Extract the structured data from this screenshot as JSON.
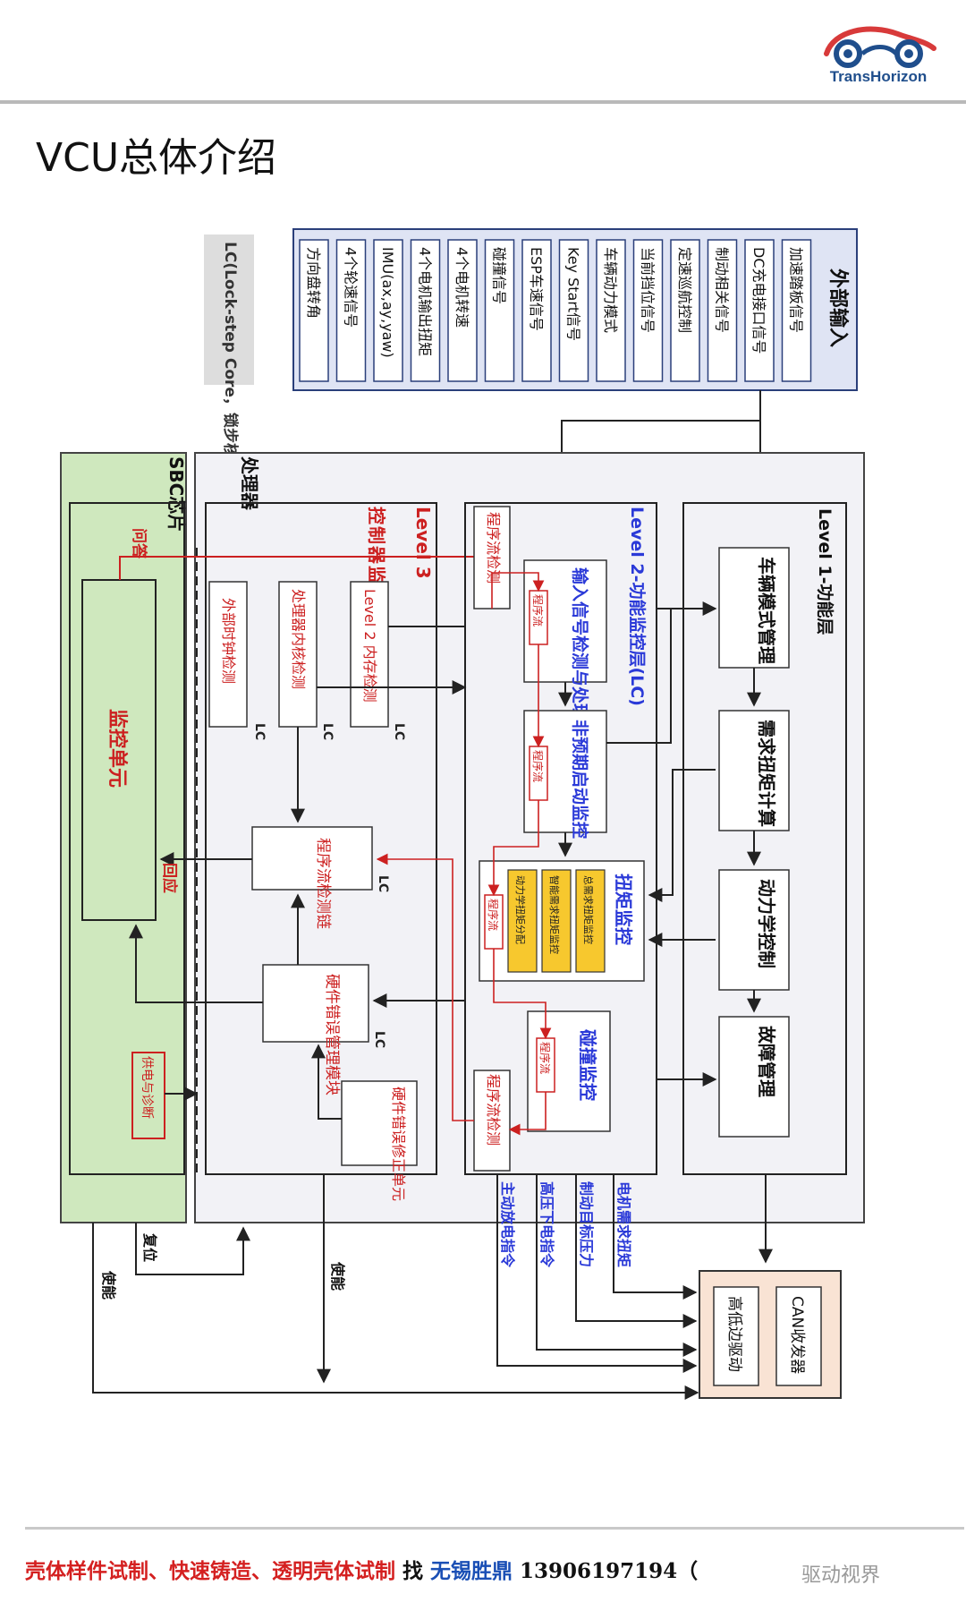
{
  "header": {
    "brand": "TransHorizon",
    "title": "VCU总体介绍"
  },
  "lc_note": "LC(Lock-step Core，锁步核)",
  "external_input": {
    "title": "外部输入",
    "signals": [
      "加速踏板信号",
      "DC充电接口信号",
      "制动相关信号",
      "定速巡航控制",
      "当前挡位信号",
      "车辆动力模式",
      "Key Start信号",
      "ESP车速信号",
      "碰撞信号",
      "4个电机转速",
      "4个电机输出扭矩",
      "IMU(ax,ay,yaw)",
      "4个轮速信号",
      "方向盘转角"
    ]
  },
  "processor": {
    "label": "处理器"
  },
  "sbc": {
    "label": "SBC芯片",
    "monitor_unit": "监控单元",
    "power_diag": "供电与诊断",
    "ask": "问答",
    "response": "回应"
  },
  "level1": {
    "title": "Level 1-功能层",
    "boxes": [
      "车辆模式管理",
      "需求扭矩计算",
      "动力学控制",
      "故障管理"
    ]
  },
  "level2": {
    "title": "Level 2-功能监控层(LC)",
    "flow_check": "程序流检测",
    "flow_tag": "程序流",
    "input_check": "输入信号检测与处理",
    "unexpected_start": "非预期启动监控",
    "torque_monitor": "扭矩监控",
    "torque_subs": [
      "总需求扭矩监控",
      "智能需求扭矩监控",
      "动力学扭矩分配"
    ],
    "collision": "碰撞监控"
  },
  "level3": {
    "title": "Level 3",
    "controller_monitor": "控制器监控层",
    "mem_check": "Level 2 内存检测",
    "core_check": "处理器内核检测",
    "clock_check": "外部时钟检测",
    "flow_chain": "程序流检测链",
    "hw_err_mgmt": "硬件错误管理模块",
    "hw_err_fix": "硬件错误修正单元",
    "lc_tag": "LC"
  },
  "outputs": {
    "signals": [
      "电机需求扭矩",
      "制动目标压力",
      "高压下电指令",
      "主动放电指令"
    ],
    "enable": "使能",
    "reset": "复位"
  },
  "can_box": {
    "transceiver": "CAN收发器",
    "driver": "高低边驱动"
  },
  "footer": {
    "slogan": "壳体样件试制、快速铸造、透明壳体试制",
    "find": "找",
    "company": "无锡胜鼎",
    "phone": "13906197194（",
    "watermark": "驱动视界"
  },
  "colors": {
    "input_fill": "#dfe4f4",
    "input_border": "#2a3f7a",
    "sbc_fill": "#cfe8be",
    "processor_fill": "#f2f2f6",
    "red": "#cc2020",
    "blue": "#2b3ad8",
    "yellow": "#f7c82e",
    "can_fill": "#f9e3d4"
  }
}
